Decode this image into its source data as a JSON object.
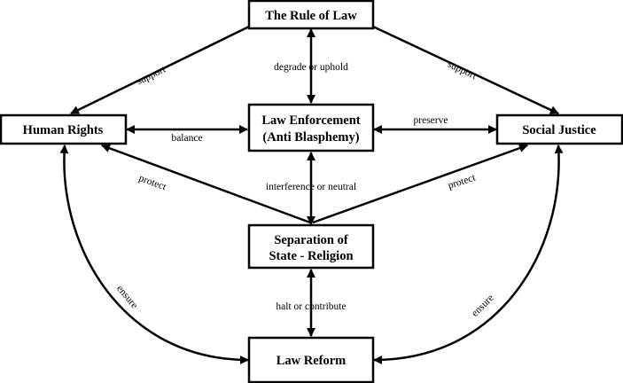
{
  "nodes": {
    "rule_of_law": "The Rule of Law",
    "human_rights": "Human Rights",
    "law_enforcement_line1": "Law Enforcement",
    "law_enforcement_line2": "(Anti Blasphemy)",
    "social_justice": "Social Justice",
    "separation_line1": "Separation of",
    "separation_line2": "State - Religion",
    "law_reform": "Law Reform"
  },
  "edges": {
    "support_left": "support",
    "support_right": "support",
    "degrade_uphold": "degrade or uphold",
    "balance": "balance",
    "preserve": "preserve",
    "protect_left": "protect",
    "protect_right": "protect",
    "interference_neutral": "interference or neutral",
    "halt_contribute": "halt or contribute",
    "ensure_left": "ensure",
    "ensure_right": "ensure"
  }
}
